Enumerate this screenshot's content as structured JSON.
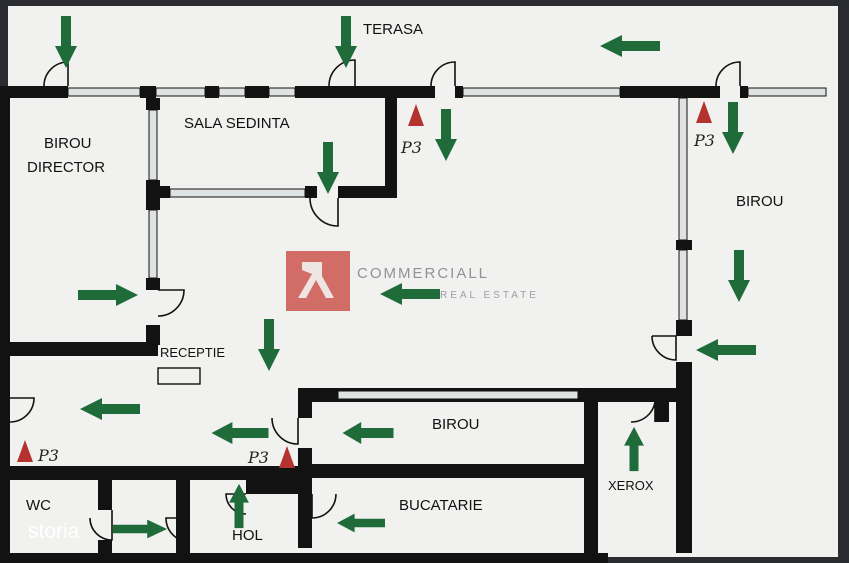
{
  "rooms": {
    "terasa": "TERASA",
    "birou_director": [
      "BIROU",
      "DIRECTOR"
    ],
    "sala_sedinta": "SALA SEDINTA",
    "birou_right": "BIROU",
    "receptie": "RECEPTIE",
    "birou_center": "BIROU",
    "xerox": "XEROX",
    "wc": "WC",
    "hol": "HOL",
    "bucatarie": "BUCATARIE"
  },
  "markers": {
    "label": "P3"
  },
  "watermark": {
    "line1": "COMMERCIALL",
    "line2": "REAL ESTATE"
  },
  "brand": "storia",
  "colors": {
    "background": "#2a2c31",
    "paper": "#f1f2ef",
    "wall": "#121212",
    "window": "#dfe2e3",
    "arrow": "#1f6b3a",
    "marker": "#b5332e",
    "logo": "#c94b44"
  },
  "icons": [
    "exit-arrow-icon",
    "fire-extinguisher-icon",
    "door-swing-icon",
    "logo-icon"
  ]
}
